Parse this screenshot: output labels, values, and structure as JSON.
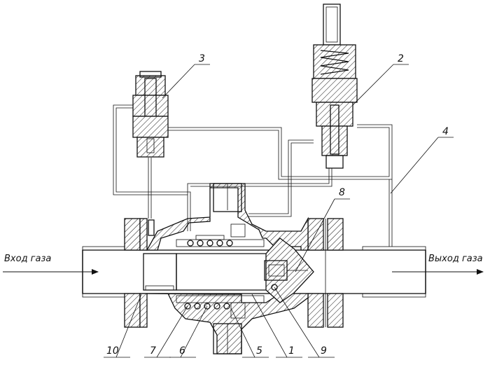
{
  "labels": {
    "inlet": "Вход газа",
    "outlet": "Выход газа"
  },
  "callouts": {
    "c1": "1",
    "c2": "2",
    "c3": "3",
    "c4": "4",
    "c5": "5",
    "c6": "6",
    "c7": "7",
    "c8": "8",
    "c9": "9",
    "c10": "10"
  }
}
